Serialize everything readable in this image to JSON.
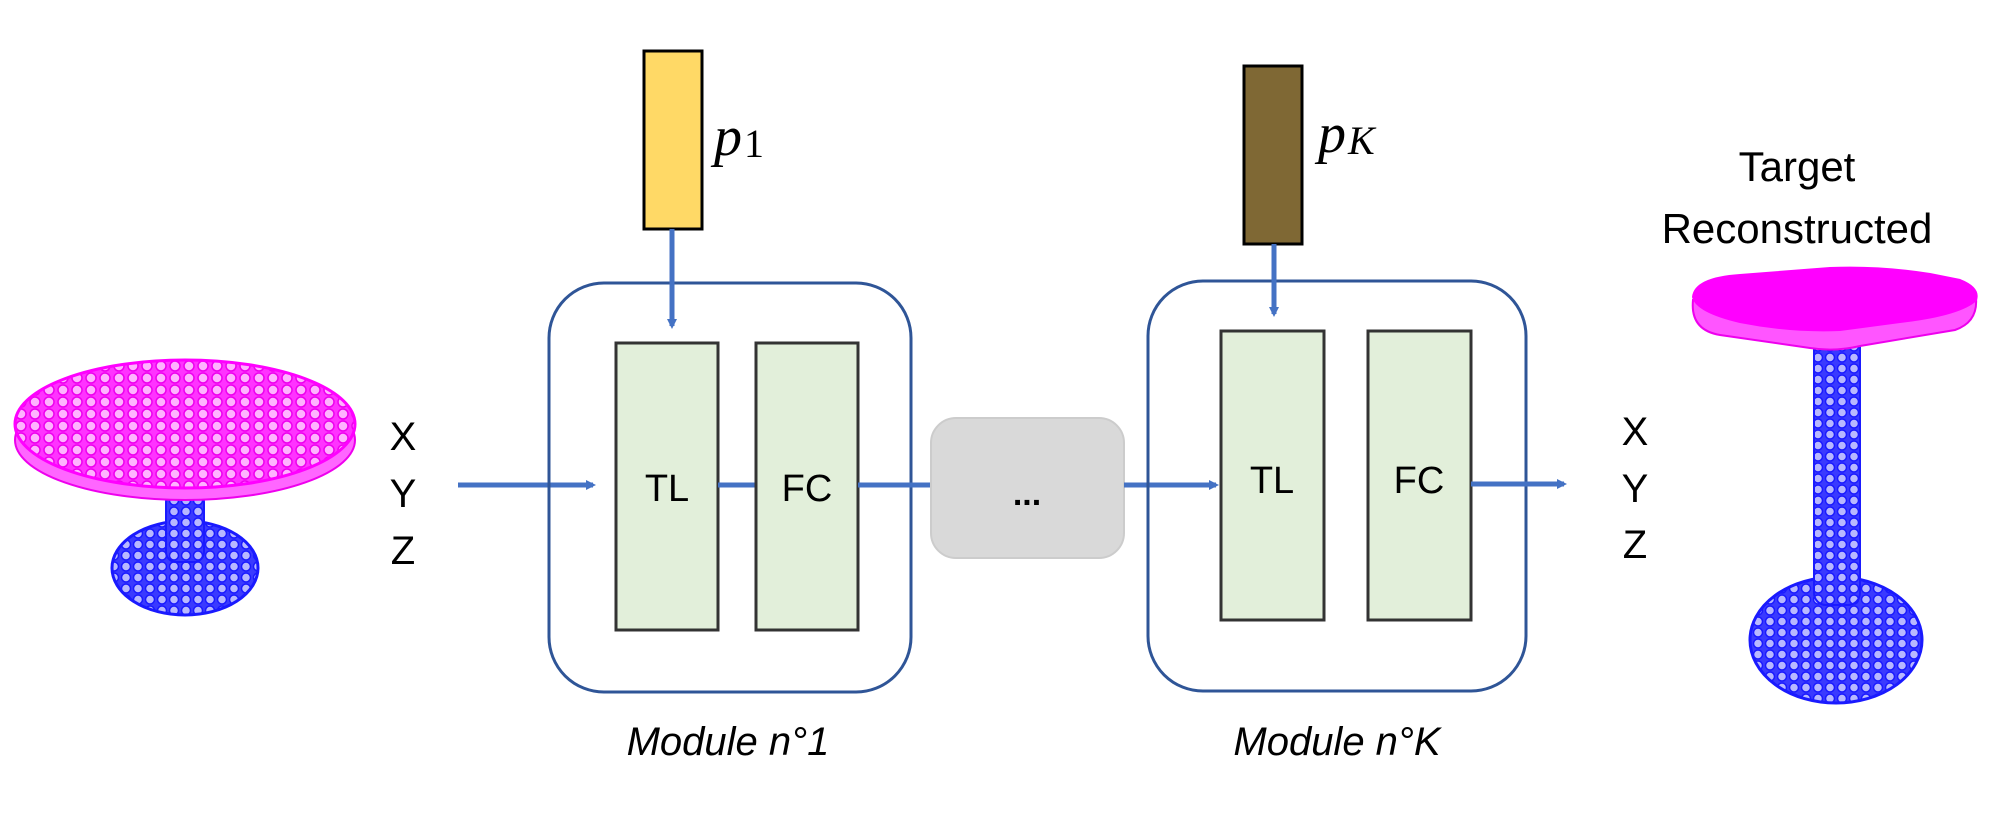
{
  "diagram": {
    "type": "architecture",
    "input": {
      "coords": [
        "X",
        "Y",
        "Z"
      ],
      "shape": "table (round top, pedestal base)",
      "colors": {
        "top": "#ff00ff",
        "base": "#1a1aff"
      }
    },
    "modules": [
      {
        "label": "Module n°1",
        "param": {
          "symbol": "p",
          "subscript": "1",
          "color": "#ffd966"
        },
        "blocks": [
          "TL",
          "FC"
        ]
      },
      {
        "label": "Module n°K",
        "param": {
          "symbol": "p",
          "subscript": "K",
          "color": "#7f6834"
        },
        "blocks": [
          "TL",
          "FC"
        ]
      }
    ],
    "ellipsis": "...",
    "output": {
      "coords": [
        "X",
        "Y",
        "Z"
      ],
      "title_lines": [
        "Target",
        "Reconstructed"
      ],
      "shape": "table (square top, tall pole, round base)",
      "colors": {
        "top": "#ff00ff",
        "base": "#1a1aff"
      }
    },
    "colors": {
      "arrow": "#4472c4",
      "module_border": "#2f5597",
      "block_fill": "#e2efda",
      "block_border": "#333333",
      "ellipsis_fill": "#d9d9d9",
      "ellipsis_border": "#cccccc"
    }
  }
}
